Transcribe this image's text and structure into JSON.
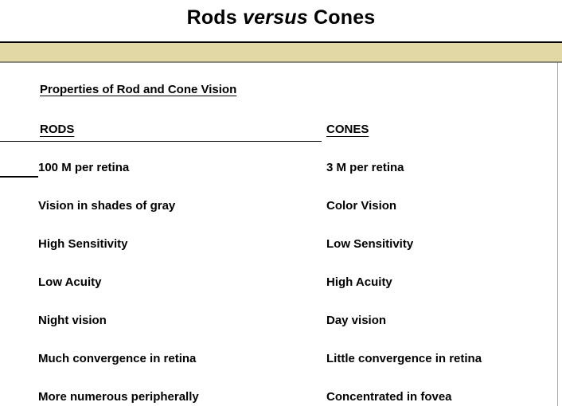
{
  "slide": {
    "title_part1": "Rods ",
    "title_emphasis": "versus",
    "title_part2": " Cones",
    "section_heading": "Properties of Rod and Cone Vision",
    "banner_color": "#e2d8a6",
    "text_color": "#000000",
    "background_color": "#ffffff"
  },
  "table": {
    "columns": [
      {
        "header": "RODS"
      },
      {
        "header": "CONES"
      }
    ],
    "rows": [
      {
        "rods": "100 M per retina",
        "cones": "3 M per retina"
      },
      {
        "rods": "Vision in shades of gray",
        "cones": "Color Vision"
      },
      {
        "rods": "High Sensitivity",
        "cones": "Low Sensitivity"
      },
      {
        "rods": "Low Acuity",
        "cones": "High Acuity"
      },
      {
        "rods": "Night vision",
        "cones": "Day vision"
      },
      {
        "rods": "Much convergence in retina",
        "cones": "Little convergence in retina"
      },
      {
        "rods": "More numerous peripherally",
        "cones": "Concentrated in fovea"
      }
    ]
  }
}
